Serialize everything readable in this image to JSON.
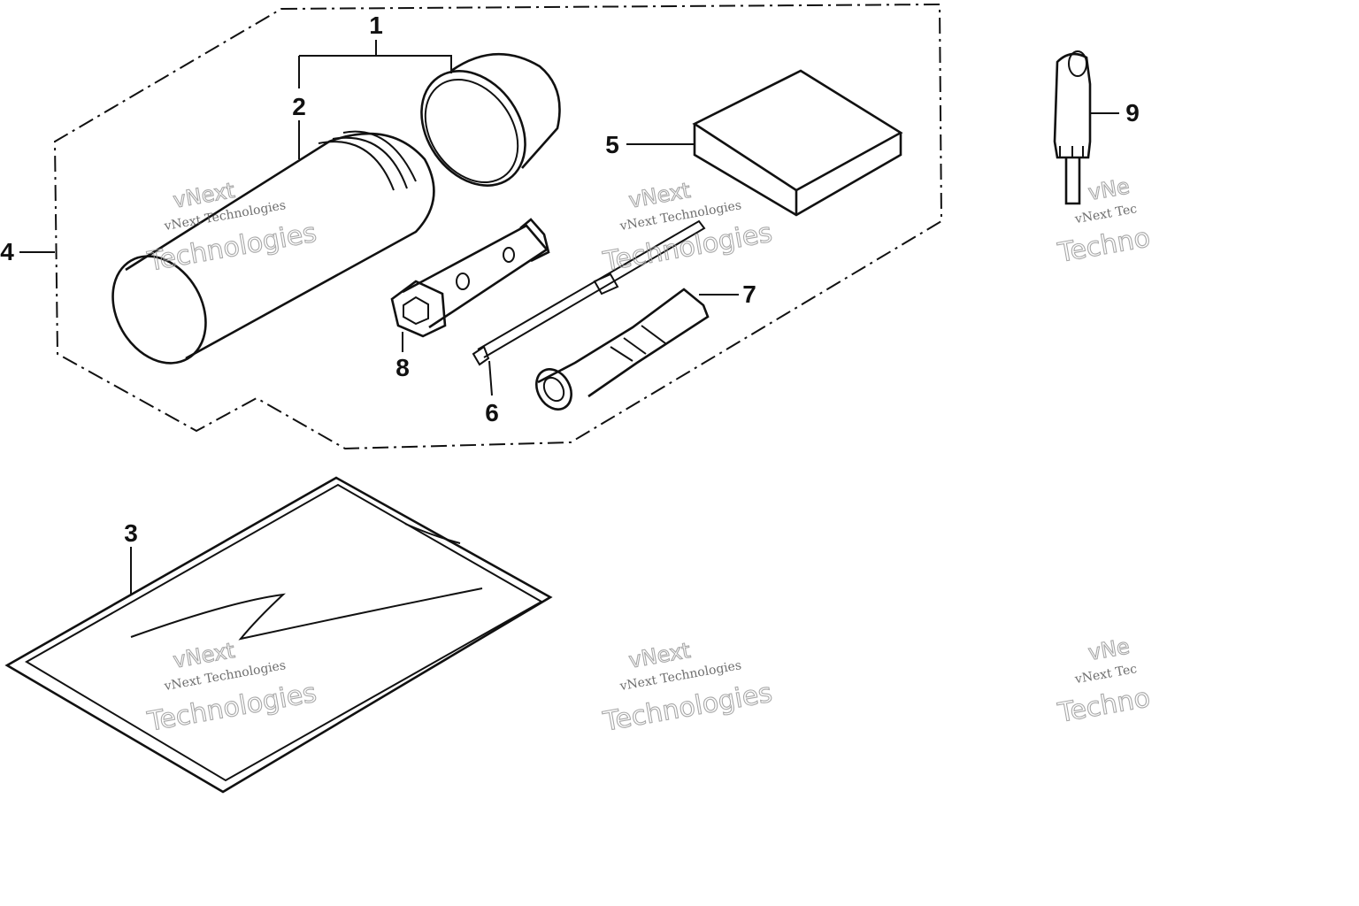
{
  "callouts": {
    "c1": "1",
    "c2": "2",
    "c3": "3",
    "c4": "4",
    "c5": "5",
    "c6": "6",
    "c7": "7",
    "c8": "8",
    "c9": "9"
  },
  "watermark": {
    "brand": "vNext",
    "word": "Technologies",
    "line": "vNext Technologies",
    "brand_cut": "vNe",
    "word_cut": "Techno",
    "line_cut": "vNext Tec"
  },
  "colors": {
    "ink": "#111111",
    "watermark": "#9a9a9a",
    "background": "#ffffff"
  }
}
